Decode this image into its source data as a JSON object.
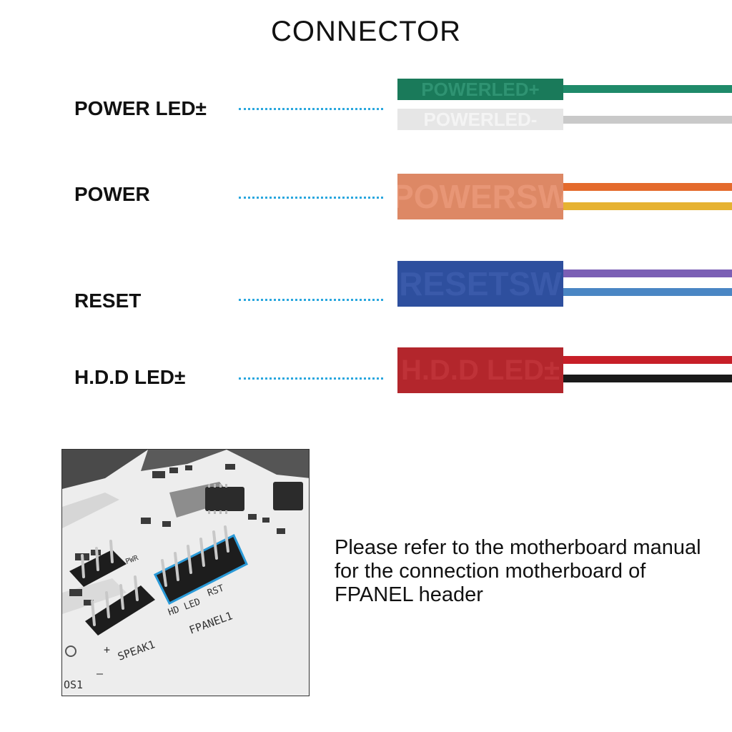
{
  "title": "CONNECTOR",
  "rows": [
    {
      "label": "POWER LED±",
      "connectors": [
        {
          "text": "POWERLED+",
          "color": "#1a7a5a",
          "text_color": "#2f9372"
        },
        {
          "text": "POWERLED-",
          "color": "#e6e6e6",
          "text_color": "#f4f4f4"
        }
      ],
      "wires": [
        "#1f8a6a",
        "#c9c9c9"
      ]
    },
    {
      "label": "POWER",
      "connectors": [
        {
          "text": "POWERSW",
          "color": "#dd8865",
          "text_color": "#e89676"
        }
      ],
      "wires": [
        "#e46a2c",
        "#e6b232"
      ]
    },
    {
      "label": "RESET",
      "connectors": [
        {
          "text": "RESETSW",
          "color": "#2e4f9e",
          "text_color": "#3a5aaa"
        }
      ],
      "wires": [
        "#7b5fb5",
        "#4a86c4"
      ]
    },
    {
      "label": "H.D.D LED±",
      "connectors": [
        {
          "text": "H.D.D LED±",
          "color": "#b3262c",
          "text_color": "#bf3238"
        }
      ],
      "wires": [
        "#c71f28",
        "#1a1a1a"
      ]
    }
  ],
  "note": "Please refer to the motherboard manual for the connection motherboard of FPANEL header",
  "photo": {
    "silkscreen": [
      "HD LED",
      "RST",
      "FPANEL1",
      "SPEAK1",
      "PWR",
      "+",
      "OS1",
      "—"
    ],
    "highlight_color": "#2a9ad8"
  },
  "colors": {
    "dots": "#2aa7de",
    "text": "#111111"
  }
}
